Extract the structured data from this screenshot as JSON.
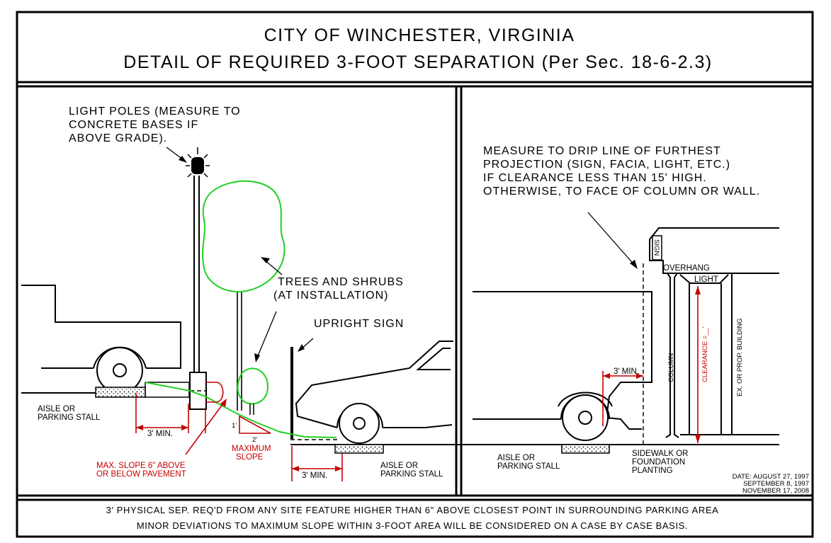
{
  "title": {
    "line1": "CITY OF WINCHESTER, VIRGINIA",
    "line2": "DETAIL OF REQUIRED 3-FOOT SEPARATION (Per Sec. 18-6-2.3)"
  },
  "left_panel": {
    "light_poles": [
      "LIGHT POLES (MEASURE TO",
      "CONCRETE BASES IF",
      "ABOVE GRADE)."
    ],
    "trees": [
      "TREES AND SHRUBS",
      "(AT INSTALLATION)"
    ],
    "upright_sign": "UPRIGHT SIGN",
    "aisle_left": [
      "AISLE OR",
      "PARKING STALL"
    ],
    "aisle_right": [
      "AISLE OR",
      "PARKING STALL"
    ],
    "min_left": "3' MIN.",
    "min_right": "3' MIN.",
    "max_slope": [
      "MAX. SLOPE 6\" ABOVE",
      "OR BELOW PAVEMENT"
    ],
    "slope_rise": "1'",
    "slope_run": "2'",
    "maximum_slope": [
      "MAXIMUM",
      "SLOPE"
    ]
  },
  "right_panel": {
    "measure_note": [
      "MEASURE TO DRIP LINE OF FURTHEST",
      "PROJECTION (SIGN, FACIA, LIGHT, ETC.)",
      "IF CLEARANCE LESS THAN 15' HIGH.",
      "OTHERWISE, TO FACE OF COLUMN OR WALL."
    ],
    "sign": "SIGN",
    "overhang": "OVERHANG",
    "light": "LIGHT",
    "column": "COLUMN",
    "clearance": "CLEARANCE =__'",
    "building": "EX. OR PROP. BUILDING",
    "min": "3' MIN.",
    "aisle": [
      "AISLE OR",
      "PARKING STALL"
    ],
    "sidewalk": [
      "SIDEWALK OR",
      "FOUNDATION",
      "PLANTING"
    ],
    "dates": [
      "DATE: AUGUST 27, 1997",
      "SEPTEMBER 8, 1997",
      "NOVEMBER 17, 2008"
    ]
  },
  "footer": {
    "line1": "3' PHYSICAL SEP. REQ'D FROM ANY SITE FEATURE HIGHER THAN 6\" ABOVE CLOSEST POINT IN SURROUNDING PARKING AREA",
    "line2": "MINOR DEVIATIONS TO MAXIMUM SLOPE WITHIN 3-FOOT AREA WILL BE CONSIDERED ON A CASE BY CASE BASIS."
  },
  "colors": {
    "line": "#000000",
    "plant": "#22d022",
    "dimension": "#c40000"
  }
}
